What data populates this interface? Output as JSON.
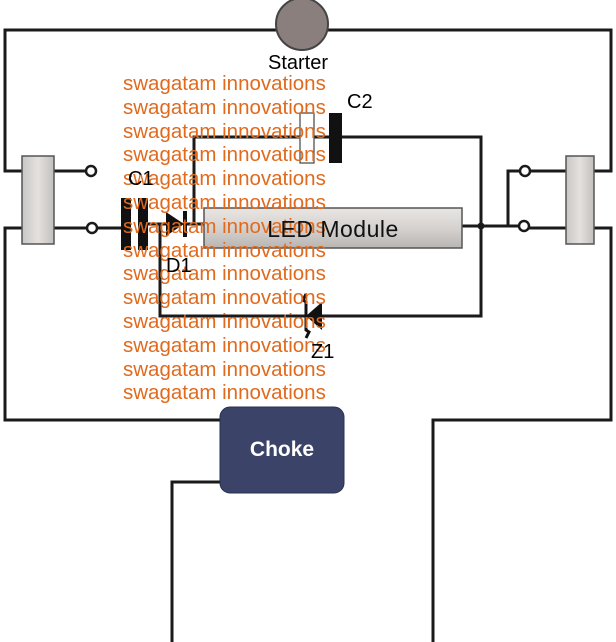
{
  "labels": {
    "starter": "Starter",
    "c1": "C1",
    "c2": "C2",
    "d1": "D1",
    "z1": "Z1",
    "led_module": "LED Module",
    "choke": "Choke"
  },
  "watermark": {
    "lines": [
      "swagatam innovations",
      "swagatam innovations",
      "swagatam innovations",
      "swagatam innovations",
      "swagatam innovations",
      "swagatam innovations",
      "swagatam innovations",
      "swagatam innovations",
      "swagatam innovations",
      "swagatam innovations",
      "swagatam innovations",
      "swagatam innovations",
      "swagatam innovations",
      "swagatam innovations"
    ]
  },
  "colors": {
    "watermark": "#e06a1e",
    "choke_fill": "#3b4468",
    "led_module_fill": "#d9d5d3",
    "tube_end_fill": "#d7d4d2",
    "starter_fill": "#8a7f7d",
    "wire": "#1a1a1a"
  }
}
